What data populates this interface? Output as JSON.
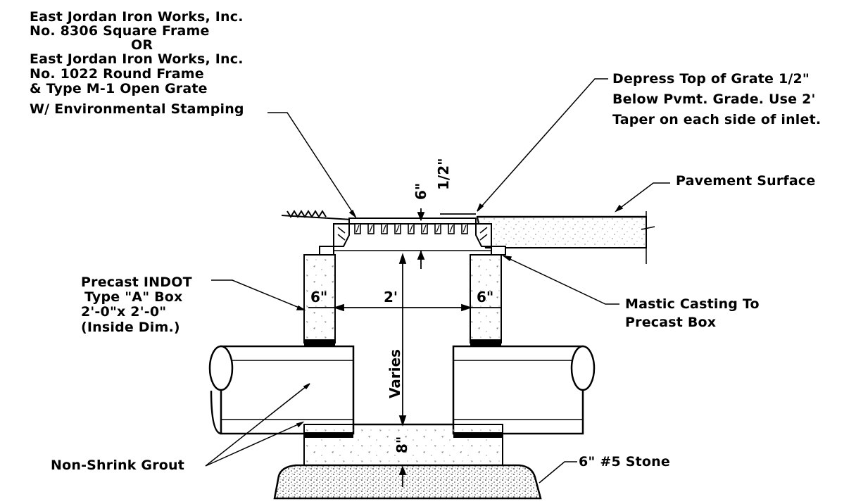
{
  "labels": {
    "manufacturer_block": [
      "East Jordan Iron Works, Inc.",
      "No. 8306 Square Frame",
      "OR",
      "East Jordan Iron Works, Inc.",
      "No. 1022 Round Frame",
      "& Type M-1 Open Grate",
      "W/ Environmental Stamping"
    ],
    "depress_note": [
      "Depress Top of Grate 1/2\"",
      "Below Pvmt. Grade.  Use 2'",
      "Taper on each side of inlet."
    ],
    "pavement_surface": "Pavement Surface",
    "precast_box": [
      "Precast INDOT",
      "Type \"A\" Box",
      "2'-0\"x 2'-0\"",
      "(Inside Dim.)"
    ],
    "mastic": [
      "Mastic Casting To",
      "Precast Box"
    ],
    "grout": "Non-Shrink Grout",
    "stone": "6\"  #5 Stone"
  },
  "dimensions": {
    "grate_depth": "6\"",
    "depress": "1/2\"",
    "wall_left": "6\"",
    "inside_width": "2'",
    "wall_right": "6\"",
    "height": "Varies",
    "base": "8\""
  }
}
